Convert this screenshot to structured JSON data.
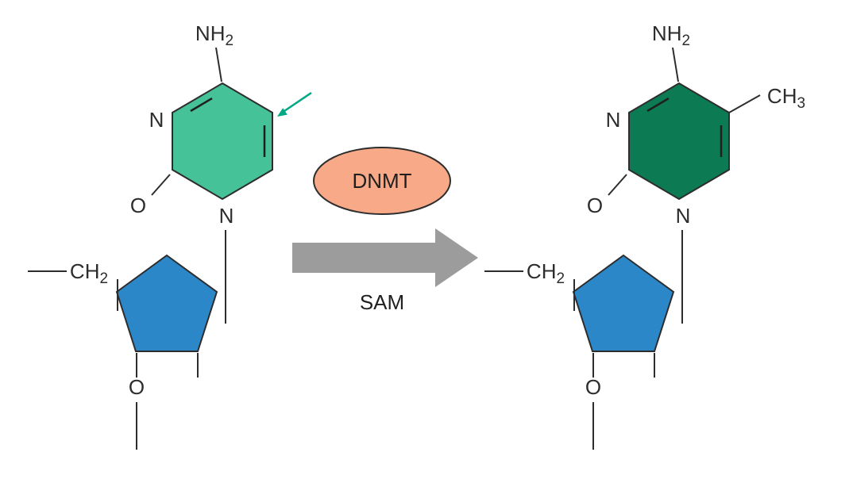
{
  "colors": {
    "cytosine_fill": "#45c298",
    "methylcytosine_fill": "#0c7a52",
    "sugar_fill": "#2c87c9",
    "enzyme_fill": "#f8a987",
    "arrow_fill": "#9c9c9c",
    "accent_teal": "#00a884",
    "line": "#2d2d2d"
  },
  "reaction": {
    "enzyme_label": "DNMT",
    "cofactor_label": "SAM"
  },
  "left_molecule": {
    "amine": {
      "main": "NH",
      "sub": "2"
    },
    "n_left": "N",
    "o_ring": "O",
    "n_bottom": "N",
    "ch2": {
      "main": "CH",
      "sub": "2"
    },
    "o_sugar": "O"
  },
  "right_molecule": {
    "amine": {
      "main": "NH",
      "sub": "2"
    },
    "n_left": "N",
    "o_ring": "O",
    "n_bottom": "N",
    "methyl": {
      "main": "CH",
      "sub": "3"
    },
    "ch2": {
      "main": "CH",
      "sub": "2"
    },
    "o_sugar": "O"
  }
}
